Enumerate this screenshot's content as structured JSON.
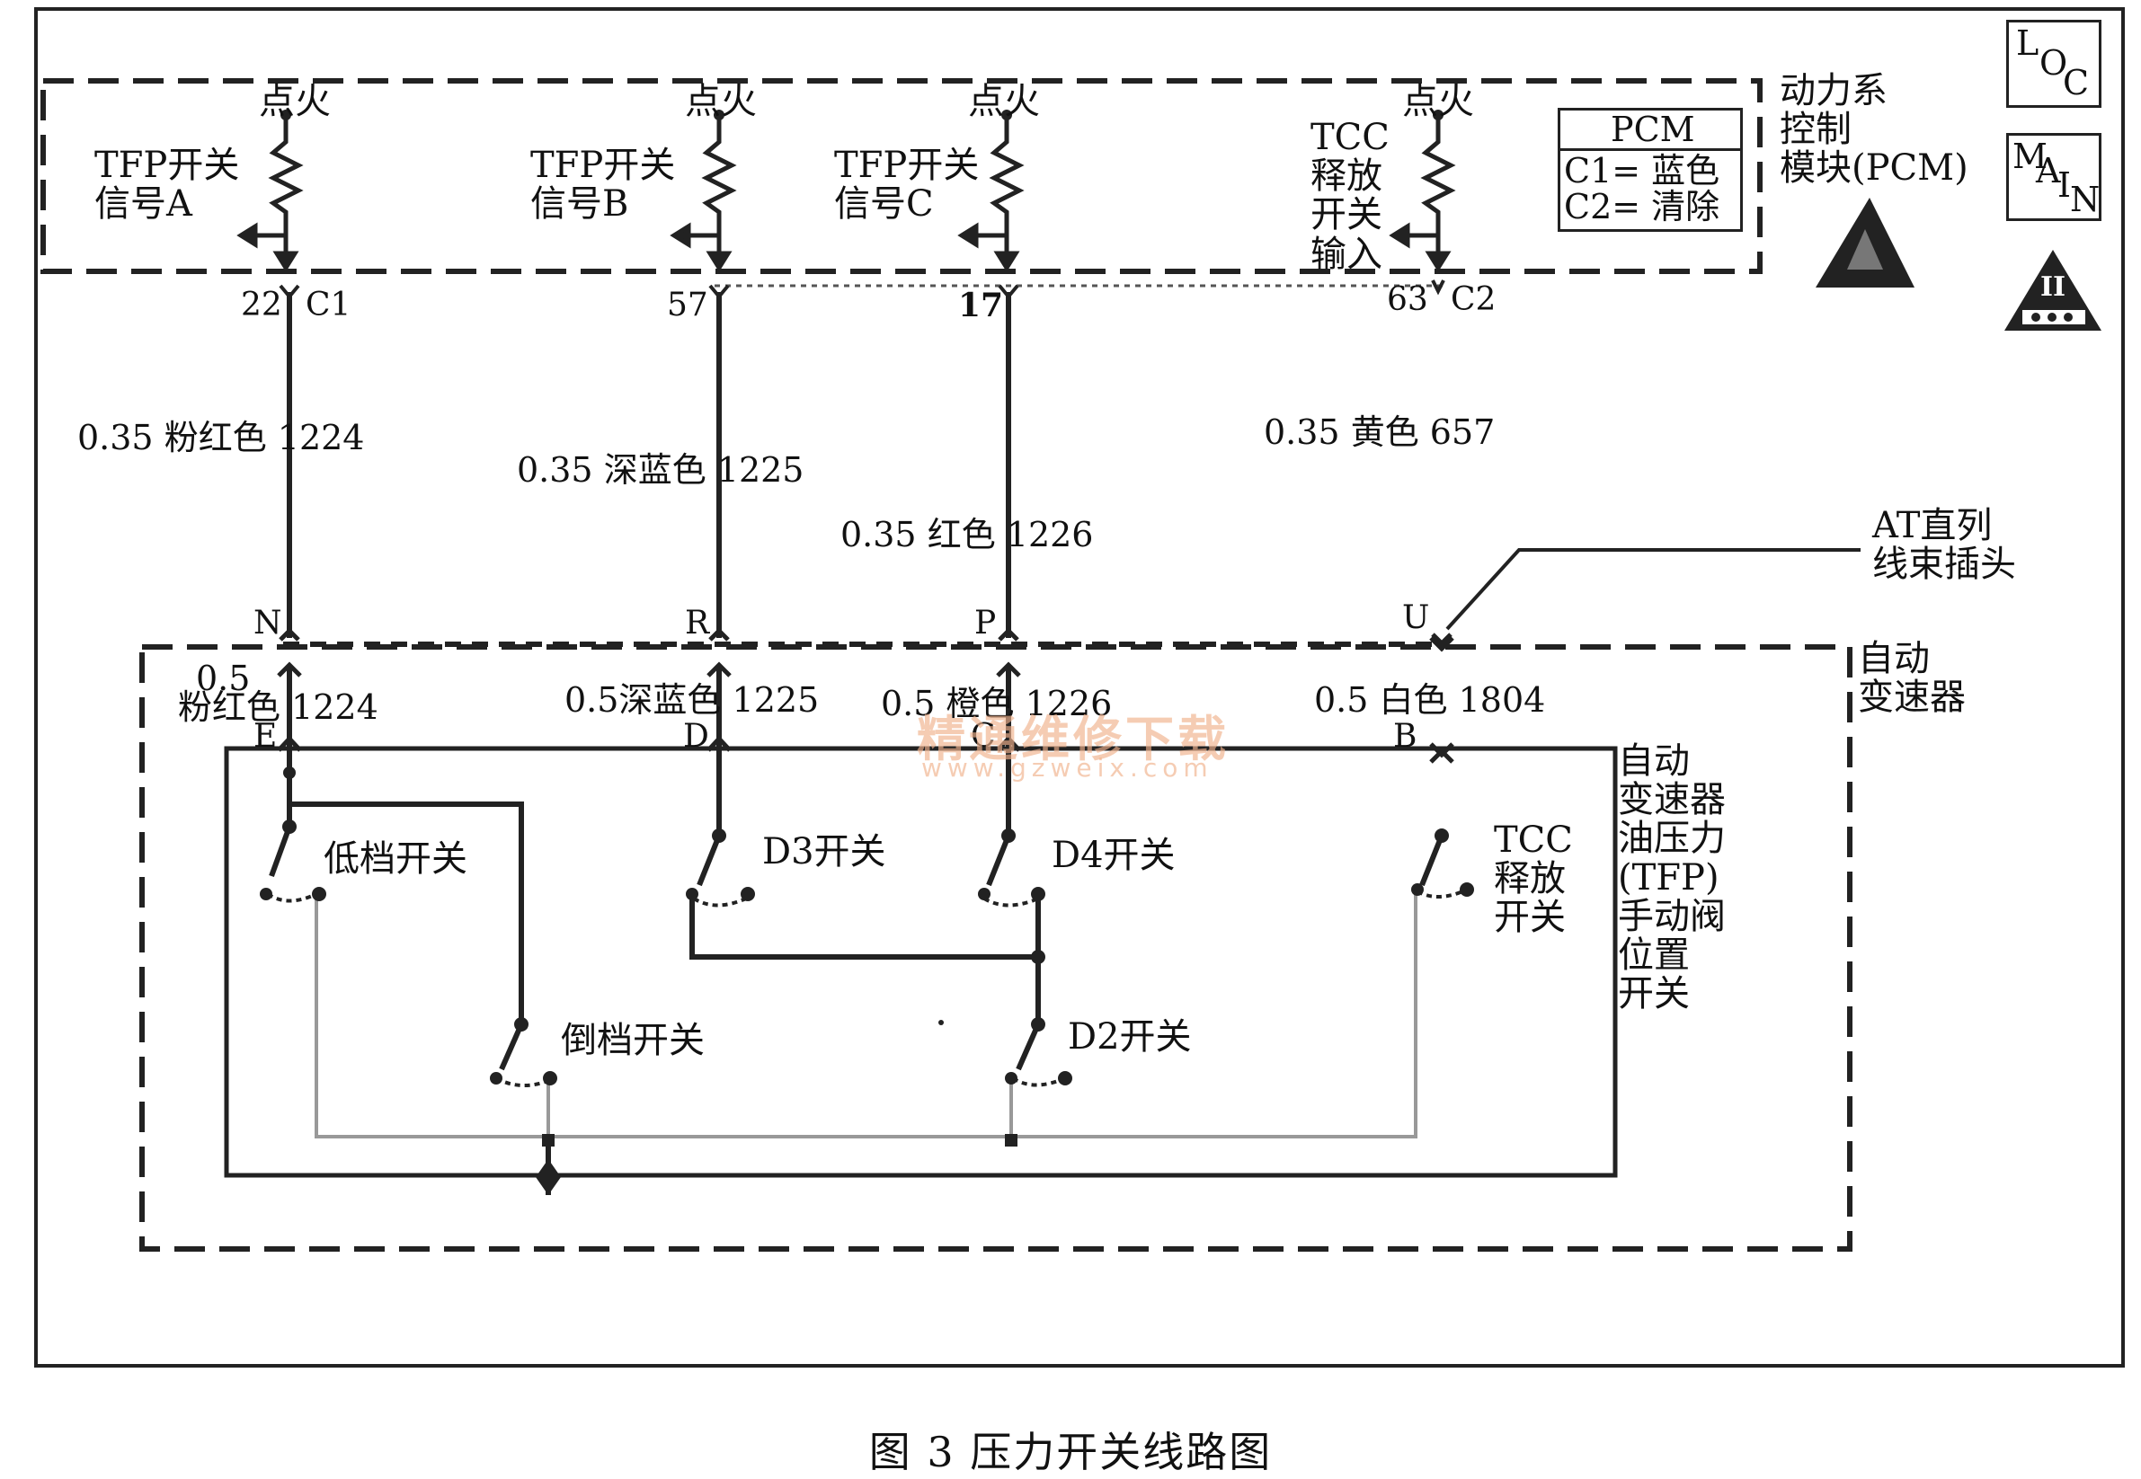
{
  "pcm": {
    "ignition": "点火",
    "signal_a": "TFP开关\n信号A",
    "signal_b": "TFP开关\n信号B",
    "signal_c": "TFP开关\n信号C",
    "tcc_input": "TCC\n释放\n开关\n输入",
    "legend_title": "PCM",
    "legend_c1": "C1=  蓝色",
    "legend_c2": "C2=  清除",
    "name": "动力系\n控制\n模块(PCM)"
  },
  "badges": {
    "loc": [
      "L",
      "O",
      "C"
    ],
    "main": [
      "M",
      "A",
      "I",
      "N"
    ],
    "class2": "II"
  },
  "connectors": {
    "c1": "C1",
    "c2": "C2",
    "pin_22": "22",
    "pin_57": "57",
    "pin_17": "17",
    "pin_63": "63",
    "inline_n": "N",
    "inline_r": "R",
    "inline_p": "P",
    "inline_u": "U",
    "trans_e": "E",
    "trans_d": "D",
    "trans_c": "C",
    "trans_b": "B",
    "at_inline": "AT直列\n线束插头"
  },
  "wires": {
    "w1224_top": "0.35   粉红色    1224",
    "w1225_top": "0.35   深蓝色     1225",
    "w1226_top": "0.35   红色     1226",
    "w657_top": "0.35   黄色    657",
    "w1224_bot_a": "0.5",
    "w1224_bot_b": "粉红色  1224",
    "w1225_bot": "0.5深蓝色  1225",
    "w1226_bot": "0.5  橙色  1226",
    "w1804_bot": "0.5 白色  1804"
  },
  "transmission": {
    "name": "自动\n变速器",
    "tfp_name": "自动\n变速器\n油压力\n(TFP)\n手动阀\n位置\n开关",
    "low_switch": "低档开关",
    "d3_switch": "D3开关",
    "d4_switch": "D4开关",
    "tcc_switch": "TCC\n释放\n开关",
    "reverse_switch": "倒档开关",
    "d2_switch": "D2开关"
  },
  "watermark": {
    "text": "精通维修下载",
    "url": "www.gzweix.com"
  },
  "caption": "图 3   压力开关线路图"
}
